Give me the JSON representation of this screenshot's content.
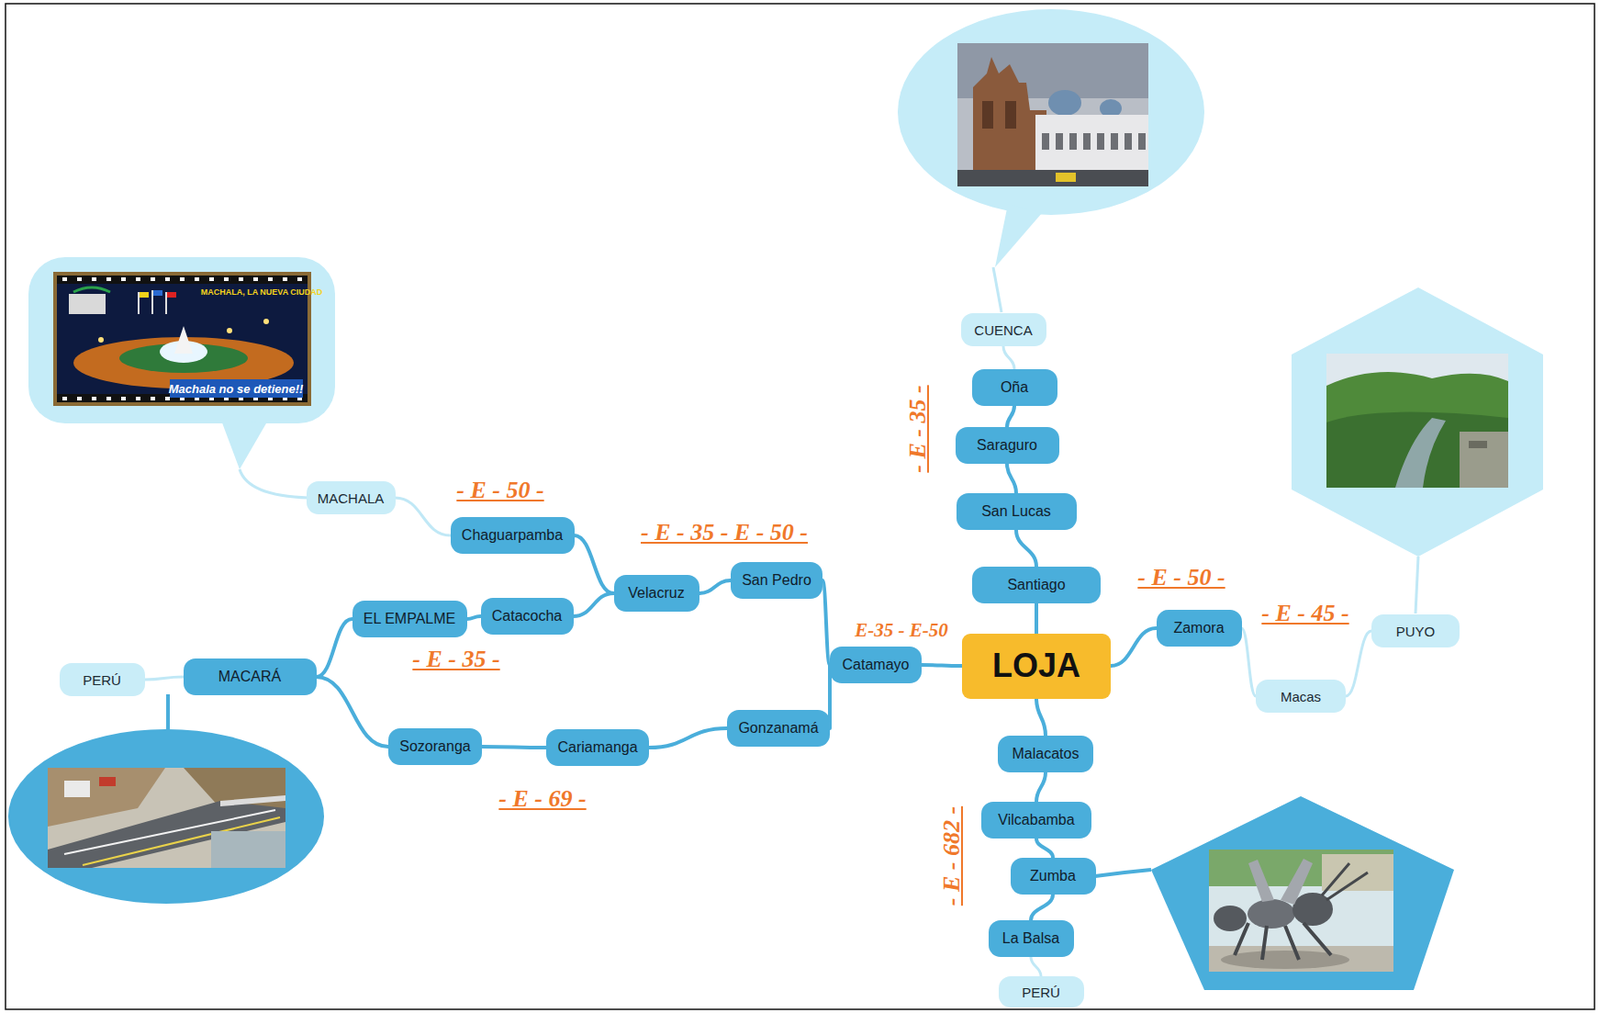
{
  "diagram": {
    "nodes": [
      {
        "text": [
          "LOJA"
        ]
      },
      {
        "text": [
          "Santiago"
        ]
      },
      {
        "text": [
          "San Lucas"
        ]
      },
      {
        "text": [
          "Saraguro"
        ]
      },
      {
        "text": [
          "Oña"
        ]
      },
      {
        "text": [
          "CUENCA"
        ]
      },
      {
        "text": [
          "Zamora"
        ]
      },
      {
        "text": [
          "Macas"
        ]
      },
      {
        "text": [
          "PUYO"
        ]
      },
      {
        "text": [
          "Malacatos"
        ]
      },
      {
        "text": [
          "Vilcabamba"
        ]
      },
      {
        "text": [
          "Zumba"
        ]
      },
      {
        "text": [
          "La Balsa"
        ]
      },
      {
        "text": [
          "PERÚ"
        ]
      },
      {
        "text": [
          "Catamayo"
        ]
      },
      {
        "text": [
          "San Pedro"
        ]
      },
      {
        "text": [
          "Velacruz"
        ]
      },
      {
        "text": [
          "Chaguarpamba"
        ]
      },
      {
        "text": [
          "MACHALA"
        ]
      },
      {
        "text": [
          "Catacocha"
        ]
      },
      {
        "text": [
          "EL EMPALME"
        ]
      },
      {
        "text": [
          "MACARÁ"
        ]
      },
      {
        "text": [
          "PERÚ"
        ]
      },
      {
        "text": [
          "Gonzanamá"
        ]
      },
      {
        "text": [
          "Cariamanga"
        ]
      },
      {
        "text": [
          "Sozoranga"
        ]
      }
    ],
    "edges": [
      {
        "from": 0,
        "to": 1,
        "arrow": "none"
      },
      {
        "from": 1,
        "to": 2,
        "arrow": "none"
      },
      {
        "from": 2,
        "to": 3,
        "arrow": "none"
      },
      {
        "from": 3,
        "to": 4,
        "arrow": "none"
      },
      {
        "from": 4,
        "to": 5,
        "arrow": "none"
      },
      {
        "from": 0,
        "to": 6,
        "arrow": "none"
      },
      {
        "from": 6,
        "to": 7,
        "arrow": "none"
      },
      {
        "from": 7,
        "to": 8,
        "arrow": "none"
      },
      {
        "from": 0,
        "to": 9,
        "arrow": "none"
      },
      {
        "from": 9,
        "to": 10,
        "arrow": "none"
      },
      {
        "from": 10,
        "to": 11,
        "arrow": "none"
      },
      {
        "from": 11,
        "to": 12,
        "arrow": "none"
      },
      {
        "from": 12,
        "to": 13,
        "arrow": "none"
      },
      {
        "from": 0,
        "to": 14,
        "arrow": "none"
      },
      {
        "from": 14,
        "to": 15,
        "arrow": "none"
      },
      {
        "from": 15,
        "to": 16,
        "arrow": "none"
      },
      {
        "from": 16,
        "to": 17,
        "arrow": "none"
      },
      {
        "from": 17,
        "to": 18,
        "arrow": "none"
      },
      {
        "from": 16,
        "to": 19,
        "arrow": "none"
      },
      {
        "from": 19,
        "to": 20,
        "arrow": "none"
      },
      {
        "from": 20,
        "to": 21,
        "arrow": "none"
      },
      {
        "from": 21,
        "to": 22,
        "arrow": "none"
      },
      {
        "from": 14,
        "to": 23,
        "arrow": "none"
      },
      {
        "from": 23,
        "to": 24,
        "arrow": "none"
      },
      {
        "from": 24,
        "to": 25,
        "arrow": "none"
      },
      {
        "from": 25,
        "to": 21,
        "arrow": "none"
      }
    ],
    "labels": [
      "- E - 35 -",
      "- E - 50 -",
      "- E - 35 - E - 50 -",
      "E-35 - E-50",
      "- E - 50 -",
      "- E - 45 -",
      "- E - 35 -",
      "- E - 69 -",
      "- E - 682 -",
      "MACHALA, LA NUEVA CIUDAD",
      "Machala no se detiene!!"
    ]
  }
}
